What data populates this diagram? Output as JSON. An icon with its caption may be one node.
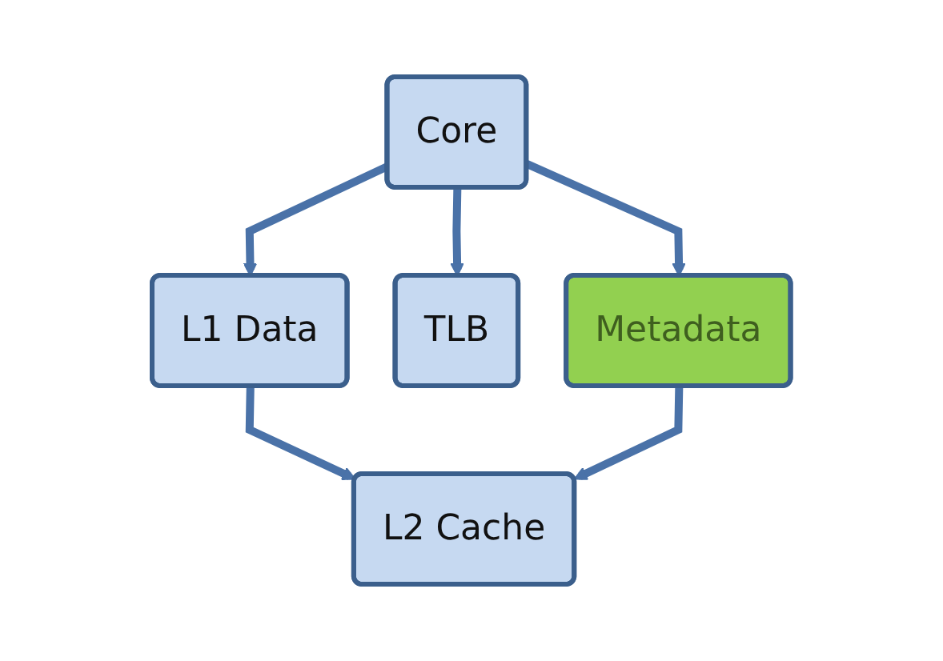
{
  "diagram": {
    "nodes": [
      {
        "text": [
          "Core"
        ]
      },
      {
        "text": [
          "L1 Data"
        ]
      },
      {
        "text": [
          "TLB"
        ]
      },
      {
        "text": [
          "Metadata"
        ]
      },
      {
        "text": [
          "L2 Cache"
        ]
      }
    ],
    "edges": [
      {
        "from": 0,
        "to": 1,
        "arrow": "to"
      },
      {
        "from": 0,
        "to": 2,
        "arrow": "to"
      },
      {
        "from": 0,
        "to": 3,
        "arrow": "to"
      },
      {
        "from": 1,
        "to": 4,
        "arrow": "to"
      },
      {
        "from": 3,
        "to": 4,
        "arrow": "to"
      }
    ]
  }
}
